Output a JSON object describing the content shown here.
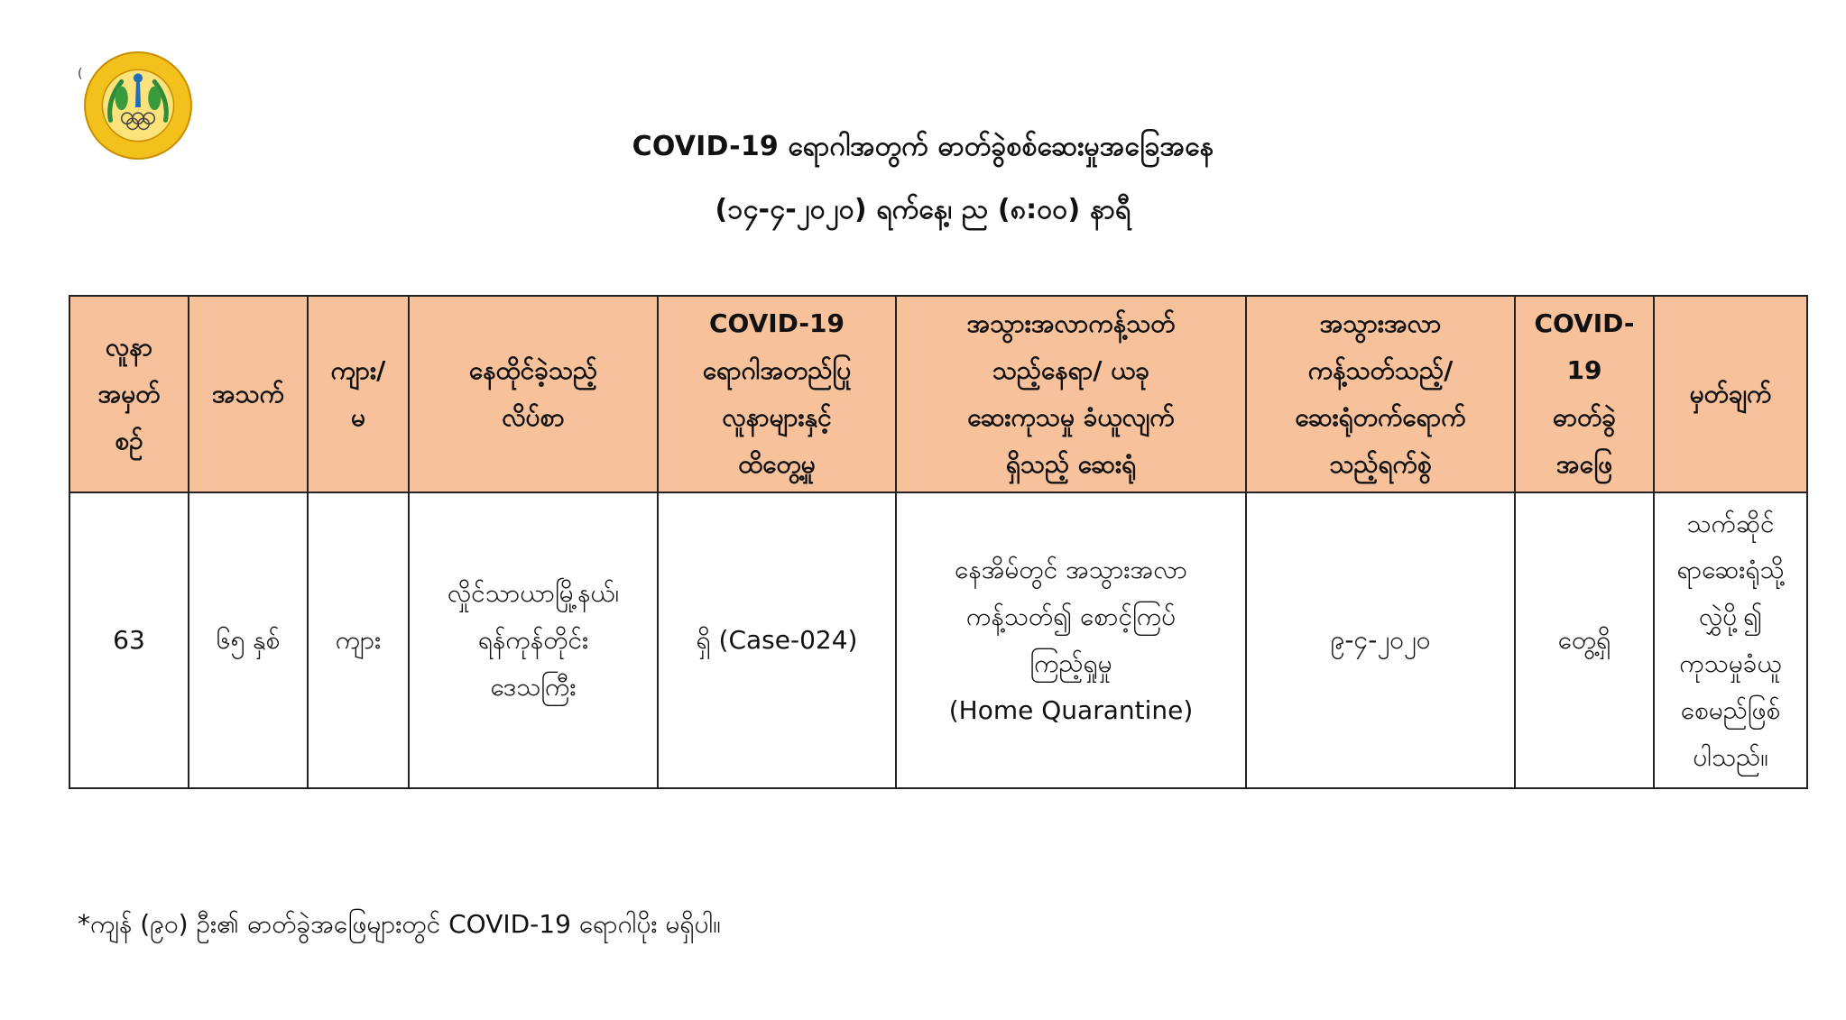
{
  "header": {
    "logo_icon": "ministry-of-health-and-sports-seal",
    "logo_mark": "(",
    "title": "COVID-19 ရောဂါအတွက် ဓာတ်ခွဲစစ်ဆေးမှုအခြေအနေ",
    "subtitle": "(၁၄-၄-၂၀၂၀) ရက်နေ့၊ ည (၈:၀၀) နာရီ"
  },
  "colors": {
    "header_bg": "#f7c19b",
    "logo_yellow": "#f2c11c",
    "logo_green": "#2e8b3a"
  },
  "table": {
    "columns": [
      [
        "လူနာ",
        "အမှတ်",
        "စဉ်"
      ],
      [
        "အသက်"
      ],
      [
        "ကျား/",
        "မ"
      ],
      [
        "နေထိုင်ခဲ့သည့်",
        "လိပ်စာ"
      ],
      [
        "COVID-19",
        "ရောဂါအတည်ပြု",
        "လူနာများနှင့်",
        "ထိတွေ့မှု"
      ],
      [
        "အသွားအလာကန့်သတ်",
        "သည့်နေရာ/ ယခု",
        "ဆေးကုသမှု ခံယူလျက်",
        "ရှိသည့် ဆေးရုံ"
      ],
      [
        "အသွားအလာ",
        "ကန့်သတ်သည့်/",
        "ဆေးရုံတက်ရောက်",
        "သည့်ရက်စွဲ"
      ],
      [
        "COVID-",
        "19",
        "ဓာတ်ခွဲ",
        "အဖြေ"
      ],
      [
        "မှတ်ချက်"
      ]
    ],
    "rows": [
      {
        "patient_no": "63",
        "age": "၆၅ နှစ်",
        "gender": "ကျား",
        "address": [
          "လှိုင်သာယာမြို့နယ်၊",
          "ရန်ကုန်တိုင်း",
          "ဒေသကြီး"
        ],
        "contact": "ရှိ (Case-024)",
        "location": [
          "နေအိမ်တွင် အသွားအလာ",
          "ကန့်သတ်၍ စောင့်ကြပ်",
          "ကြည့်ရှုမှု",
          "(Home Quarantine)"
        ],
        "date": "၉-၄-၂၀၂၀",
        "result": "တွေ့ရှိ",
        "remarks": [
          "သက်ဆိုင်",
          "ရာဆေးရုံသို့",
          "လွှဲပို့၍",
          "ကုသမှုခံယူ",
          "စေမည်ဖြစ်",
          "ပါသည်။"
        ]
      }
    ]
  },
  "footnote": "*ကျန် (၉၀) ဦး၏ ဓာတ်ခွဲအဖြေများတွင် COVID-19 ရောဂါပိုး မရှိပါ။"
}
